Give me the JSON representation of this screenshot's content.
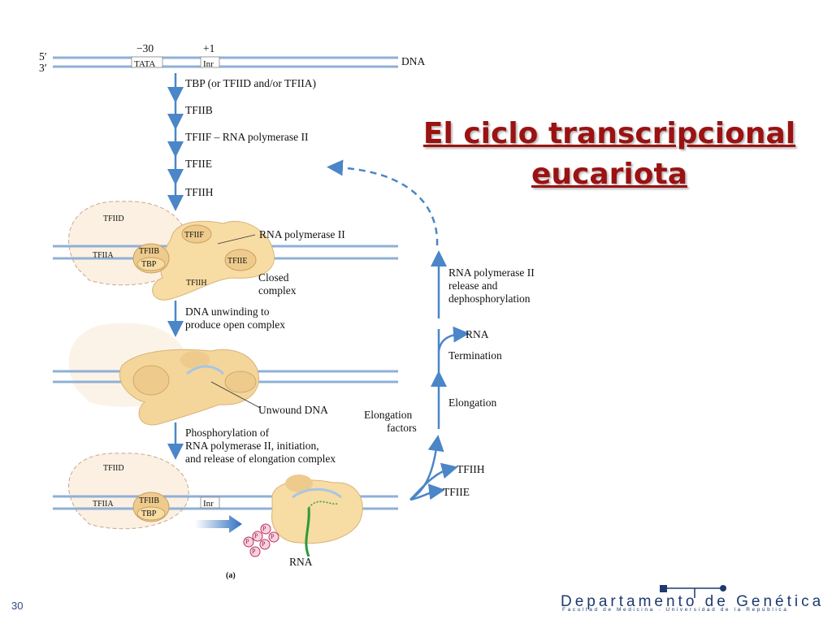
{
  "slide": {
    "title_line1": "El ciclo transcripcional",
    "title_line2": "eucariota",
    "number": "30"
  },
  "dna_top": {
    "five": "5′",
    "three": "3′",
    "minus30": "−30",
    "plus1": "+1",
    "tata": "TATA",
    "inr": "Inr",
    "dna": "DNA"
  },
  "steps": {
    "s1": "TBP (or TFIID and/or TFIIA)",
    "s2": "TFIIB",
    "s3": "TFIIF – RNA polymerase II",
    "s4": "TFIIE",
    "s5": "TFIIH",
    "s6_line1": "DNA unwinding to",
    "s6_line2": "produce open complex",
    "s7_line1": "Phosphorylation of",
    "s7_line2": "RNA polymerase II, initiation,",
    "s7_line3": "and release of elongation complex"
  },
  "closed": {
    "tfiid": "TFIID",
    "tfiia": "TFIIA",
    "tfiib": "TFIIB",
    "tbp": "TBP",
    "tfiif": "TFIIF",
    "tfiie": "TFIIE",
    "tfiih": "TFIIH",
    "pol": "RNA polymerase II",
    "closed1": "Closed",
    "closed2": "complex"
  },
  "open": {
    "unwound": "Unwound DNA"
  },
  "bottom": {
    "tfiid": "TFIID",
    "tfiia": "TFIIA",
    "tfiib": "TFIIB",
    "tbp": "TBP",
    "inr": "Inr",
    "rna": "RNA",
    "p": "P",
    "panel": "(a)"
  },
  "cycle": {
    "release1": "RNA polymerase II",
    "release2": "release and",
    "release3": "dephosphorylation",
    "rna": "RNA",
    "termination": "Termination",
    "elongation": "Elongation",
    "factors1": "Elongation",
    "factors2": "factors",
    "tfiih": "TFIIH",
    "tfiie": "TFIIE"
  },
  "footer": {
    "dept": "Departamento de Genética",
    "sub": "Facultad de Medicina · Universidad de la República"
  },
  "colors": {
    "arrow": "#4a86c8",
    "complex": "#f7dca3",
    "complex_dark": "#e9c78a",
    "tfiid": "#fbf0e2",
    "title": "#9b1212"
  }
}
